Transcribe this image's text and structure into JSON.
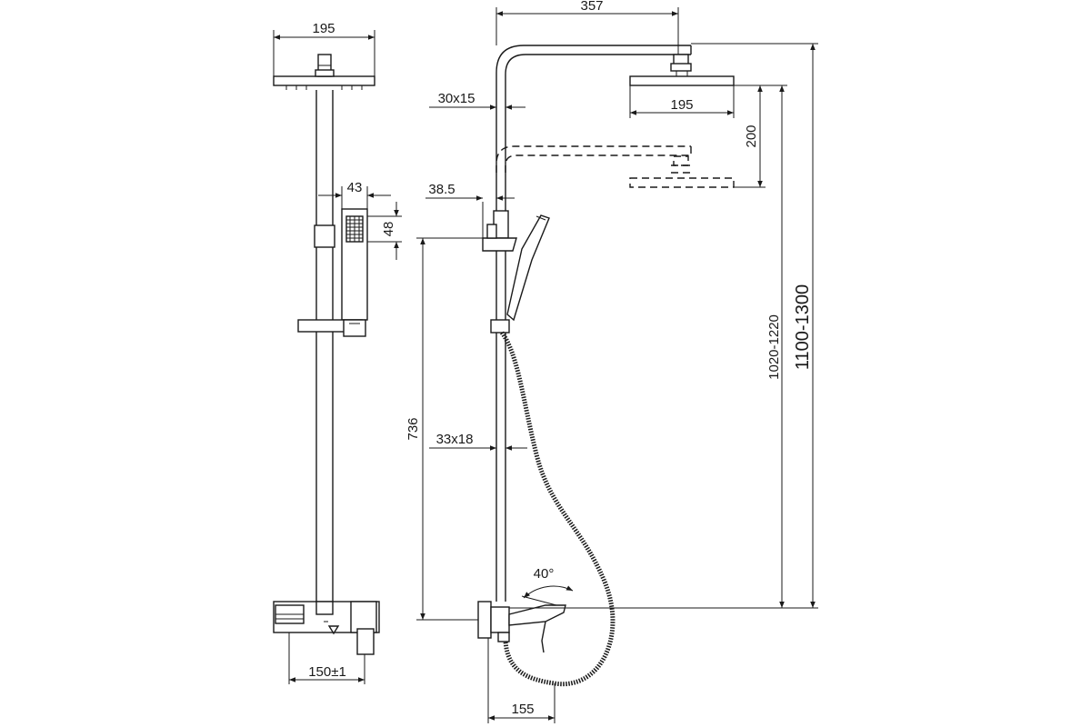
{
  "dimensions": {
    "front_head_width": "195",
    "hand_shower_width": "43",
    "hand_shower_height": "48",
    "connection_spacing": "150±1",
    "arm_reach": "357",
    "side_head_width": "195",
    "upper_pipe": "30x15",
    "holder_offset": "38.5",
    "head_adjust": "200",
    "holder_height": "736",
    "lower_pipe": "33x18",
    "handle_angle": "40°",
    "wall_offset": "155",
    "head_height_range": "1020-1220",
    "total_height_range": "1100-1300"
  },
  "colors": {
    "line": "#1a1a1a",
    "background": "#ffffff"
  }
}
